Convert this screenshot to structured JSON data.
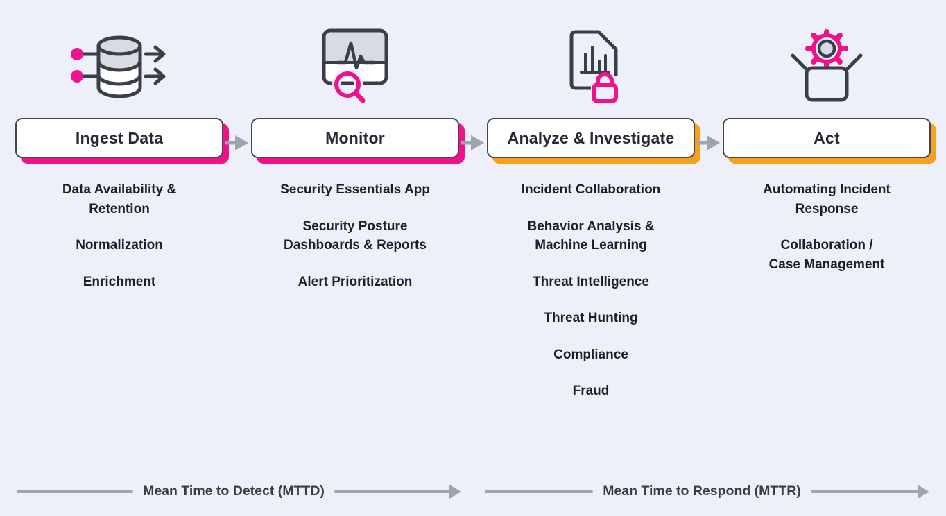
{
  "colors": {
    "background": "#EEF0F9",
    "pink": "#F2118C",
    "orange": "#F8A01E",
    "dark_stroke": "#3A3E49",
    "icon_gray_fill": "#D9DBE3",
    "gray_arrow": "#9EA3AC",
    "title_text": "#262933",
    "item_text": "#1C1F28"
  },
  "columns": [
    {
      "id": "ingest",
      "icon": "database-ingest-icon",
      "title": "Ingest Data",
      "shadow_color": "#F2118C",
      "items": [
        "Data Availability &\nRetention",
        "Normalization",
        "Enrichment"
      ]
    },
    {
      "id": "monitor",
      "icon": "monitor-search-icon",
      "title": "Monitor",
      "shadow_color": "#F2118C",
      "items": [
        "Security Essentials App",
        "Security Posture\nDashboards & Reports",
        "Alert Prioritization"
      ]
    },
    {
      "id": "analyze",
      "icon": "document-chart-lock-icon",
      "title": "Analyze & Investigate",
      "shadow_color": "#F8A01E",
      "items": [
        "Incident Collaboration",
        "Behavior Analysis &\nMachine Learning",
        "Threat Intelligence",
        "Threat Hunting",
        "Compliance",
        "Fraud"
      ]
    },
    {
      "id": "act",
      "icon": "box-gear-icon",
      "title": "Act",
      "shadow_color": "#F8A01E",
      "items": [
        "Automating Incident\nResponse",
        "Collaboration /\nCase Management"
      ]
    }
  ],
  "timelines": [
    {
      "label": "Mean Time to Detect (MTTD)"
    },
    {
      "label": "Mean Time to Respond (MTTR)"
    }
  ]
}
